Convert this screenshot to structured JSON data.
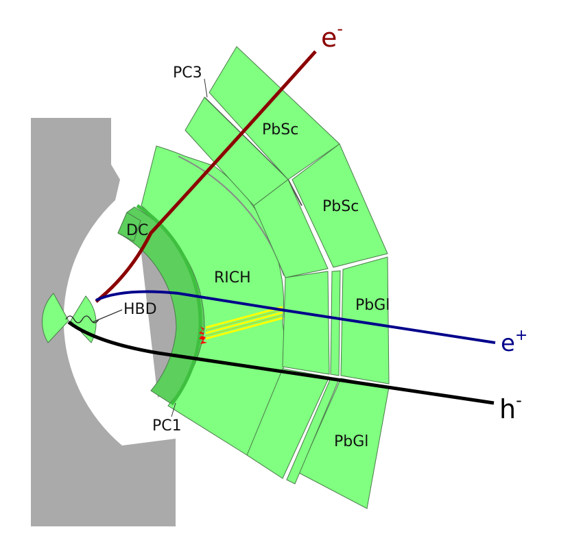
{
  "labels": {
    "pc3": "PC3",
    "pc1": "PC1",
    "dc": "DC",
    "hbd": "HBD",
    "rich": "RICH",
    "pbsc_top": "PbSc",
    "pbsc_mid": "PbSc",
    "pbgl_mid": "PbGl",
    "pbgl_bottom": "PbGl"
  },
  "tracks": {
    "electron": {
      "base": "e",
      "sup": "-",
      "color": "#8b0000"
    },
    "positron": {
      "base": "e",
      "sup": "+",
      "color": "#00008b"
    },
    "hadron": {
      "base": "h",
      "sup": "-",
      "color": "#000000"
    }
  },
  "colors": {
    "detector_fill": "#80ff80",
    "detector_dark": "#5ccf5c",
    "magnet_fill": "#aaaaaa",
    "cherenkov": "#ffff00",
    "hit_marker": "#ff0000"
  }
}
